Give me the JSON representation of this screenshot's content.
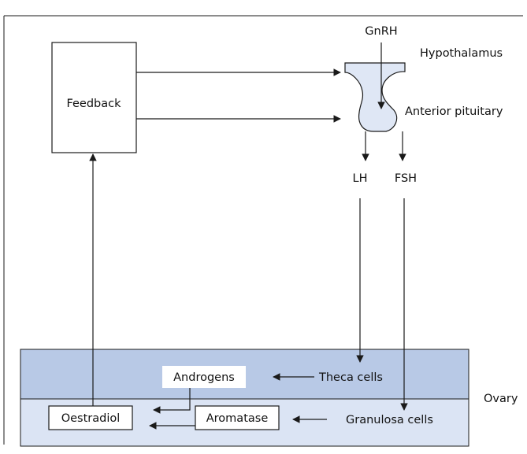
{
  "labels": {
    "feedback": "Feedback",
    "gnrh": "GnRH",
    "hypothalamus": "Hypothalamus",
    "anterior_pituitary": "Anterior pituitary",
    "lh": "LH",
    "fsh": "FSH",
    "ovary": "Ovary",
    "androgens": "Androgens",
    "theca_cells": "Theca cells",
    "oestradiol": "Oestradiol",
    "aromatase": "Aromatase",
    "granulosa_cells": "Granulosa cells"
  },
  "colors": {
    "theca_band": "#b8c9e6",
    "granulosa_band": "#dbe4f4",
    "pituitary_fill": "#dfe7f5",
    "line": "#1a1a1a"
  }
}
